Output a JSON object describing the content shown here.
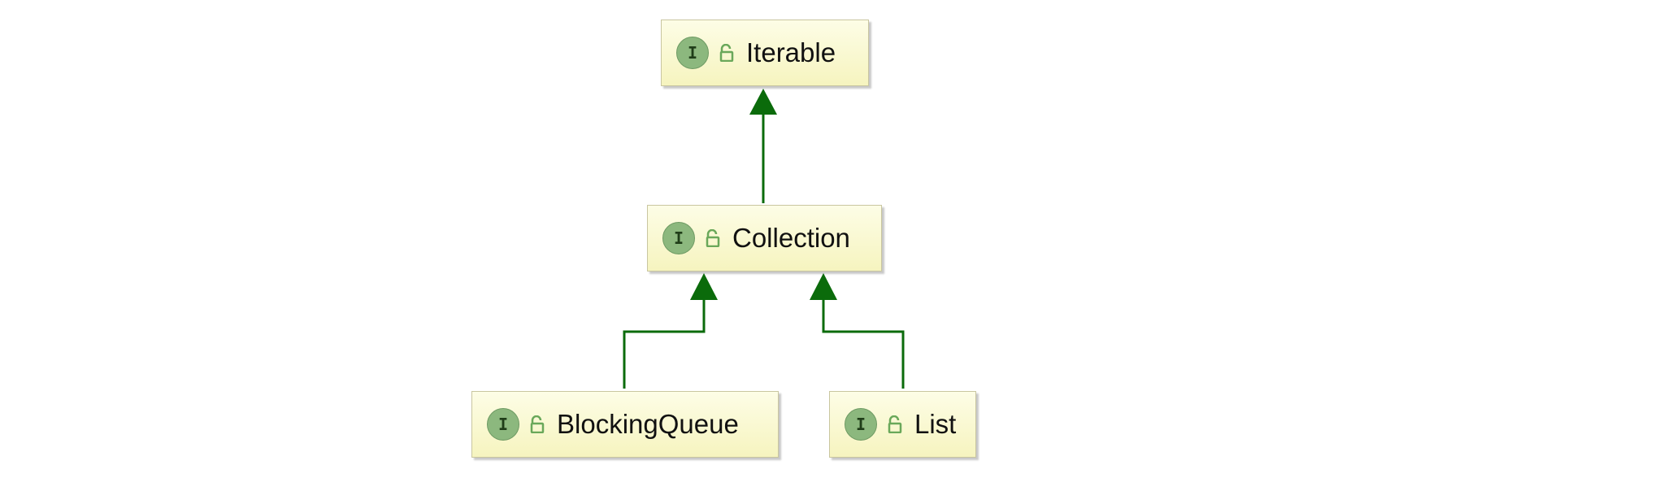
{
  "diagram": {
    "nodes": [
      {
        "id": "iterable",
        "kind": "interface",
        "badge": "I",
        "icon": "unlocked-icon",
        "label": "Iterable"
      },
      {
        "id": "collection",
        "kind": "interface",
        "badge": "I",
        "icon": "unlocked-icon",
        "label": "Collection"
      },
      {
        "id": "blockingqueue",
        "kind": "interface",
        "badge": "I",
        "icon": "unlocked-icon",
        "label": "BlockingQueue"
      },
      {
        "id": "list",
        "kind": "interface",
        "badge": "I",
        "icon": "unlocked-icon",
        "label": "List"
      }
    ],
    "edges": [
      {
        "from": "collection",
        "to": "iterable",
        "type": "extends"
      },
      {
        "from": "blockingqueue",
        "to": "collection",
        "type": "extends"
      },
      {
        "from": "list",
        "to": "collection",
        "type": "extends"
      }
    ],
    "colors": {
      "edge": "#0b6b0b",
      "node_fill": "#f8f7cf",
      "badge": "#8cb87e"
    }
  }
}
